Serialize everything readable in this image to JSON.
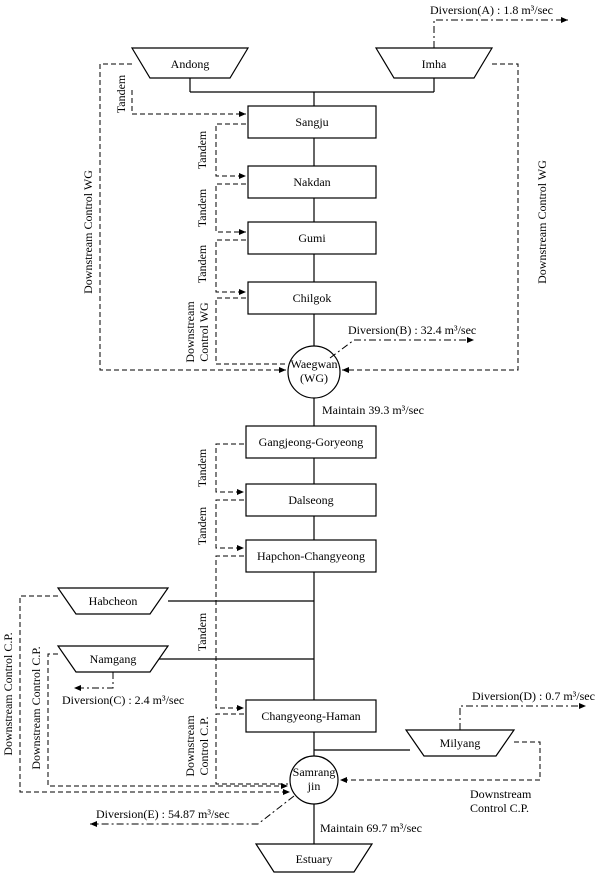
{
  "reservoirs": {
    "andong": "Andong",
    "imha": "Imha",
    "habcheon": "Habcheon",
    "namgang": "Namgang",
    "milyang": "Milyang",
    "estuary": "Estuary"
  },
  "weirs": {
    "sangju": "Sangju",
    "nakdan": "Nakdan",
    "gumi": "Gumi",
    "chilgok": "Chilgok",
    "gangjeong": "Gangjeong-Goryeong",
    "dalseong": "Dalseong",
    "hapchon": "Hapchon-Changyeong",
    "changyeong": "Changyeong-Haman"
  },
  "control_points": {
    "waegwan_1": "Waegwan",
    "waegwan_2": "(WG)",
    "samrang_1": "Samrang",
    "samrang_2": "jin"
  },
  "labels": {
    "tandem": "Tandem",
    "downstream_wg": "Downstream Control WG",
    "downstream_1": "Downstream",
    "control_wg": "Control WG",
    "control_cp": "Control C.P.",
    "downstream_cp": "Downstream Control C.P.",
    "maintain_wg": "Maintain 39.3 m³/sec",
    "maintain_sr": "Maintain 69.7 m³/sec"
  },
  "diversions": {
    "a": "Diversion(A) : 1.8 m³/sec",
    "b": "Diversion(B) : 32.4 m³/sec",
    "c": "Diversion(C) : 2.4 m³/sec",
    "d": "Diversion(D) : 0.7 m³/sec",
    "e": "Diversion(E) : 54.87 m³/sec"
  }
}
